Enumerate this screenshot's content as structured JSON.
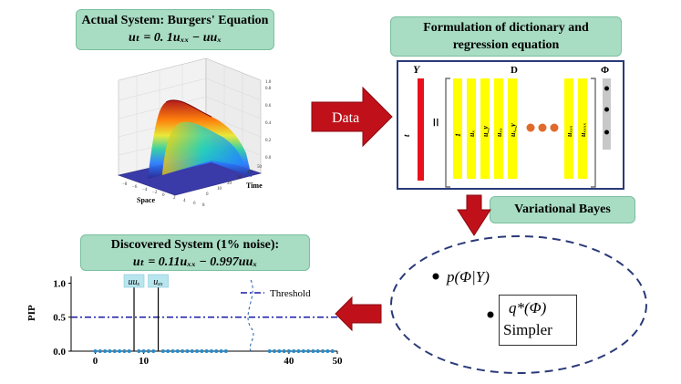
{
  "actual_system": {
    "title": "Actual System: Burgers' Equation",
    "equation": "uₜ = 0. 1uₓₓ − uuₓ",
    "surface_axes": {
      "x_label": "Space",
      "y_label": "Time",
      "x_ticks": [
        "−8",
        "−6",
        "−4",
        "−2",
        "0",
        "2",
        "4",
        "6",
        "8"
      ],
      "y_ticks": [
        "0",
        "10",
        "20",
        "30",
        "40",
        "50"
      ],
      "z_ticks": [
        "0.0",
        "0.2",
        "0.4",
        "0.6",
        "0.8",
        "1.0"
      ]
    }
  },
  "data_arrow": {
    "label": "Data",
    "color": "#c0111a"
  },
  "formulation": {
    "title_line1": "Formulation of dictionary and",
    "title_line2": "regression equation",
    "y_label": "Y",
    "t_label": "t",
    "d_label": "D",
    "phi_label": "Φ",
    "dictionary_terms": [
      "1",
      "uₓ",
      "u_y",
      "uₓₓ",
      "uₓ_y",
      "uₓₓₓ",
      "uₓₓₓₓ"
    ],
    "colors": {
      "y_bar": "#e8101c",
      "dict_bar": "#ffff00",
      "dot": "#e06a2a",
      "phi_bar": "#c8c8c8"
    }
  },
  "variational": {
    "title": "Variational Bayes",
    "posterior": "p(Φ|Y)",
    "approx": "q*(Φ)",
    "approx_caption": "Simpler"
  },
  "discovered": {
    "title": "Discovered System (1% noise):",
    "equation": "uₜ = 0.11uₓₓ − 0.997uuₓ"
  },
  "chart_data": {
    "type": "scatter",
    "ylabel": "PIP",
    "xlabel": "",
    "xlim": [
      -5,
      50
    ],
    "ylim": [
      0,
      1.1
    ],
    "x_ticks": [
      0,
      10,
      40,
      50
    ],
    "y_ticks": [
      "0.0",
      "0.5",
      "1.0"
    ],
    "threshold": 0.5,
    "legend": [
      "Threshold"
    ],
    "break_between": [
      27,
      35
    ],
    "series": [
      {
        "name": "PIP",
        "x": [
          0,
          1,
          2,
          3,
          4,
          5,
          6,
          7,
          8,
          9,
          10,
          11,
          12,
          13,
          14,
          15,
          16,
          17,
          18,
          19,
          20,
          21,
          22,
          23,
          24,
          25,
          26,
          27,
          36,
          37,
          38,
          39,
          40,
          41,
          42,
          43,
          44,
          45,
          46,
          47,
          48,
          49
        ],
        "y": [
          0,
          0,
          0,
          0,
          0,
          0,
          0,
          0,
          1.0,
          0,
          0,
          0,
          0,
          1.0,
          0,
          0,
          0,
          0,
          0,
          0,
          0,
          0,
          0,
          0,
          0,
          0,
          0,
          0,
          0,
          0,
          0,
          0,
          0,
          0,
          0,
          0,
          0,
          0,
          0,
          0,
          0,
          0
        ]
      }
    ],
    "annotations": [
      {
        "x": 8,
        "label": "uuₓ"
      },
      {
        "x": 13,
        "label": "uₓₓ"
      }
    ]
  }
}
